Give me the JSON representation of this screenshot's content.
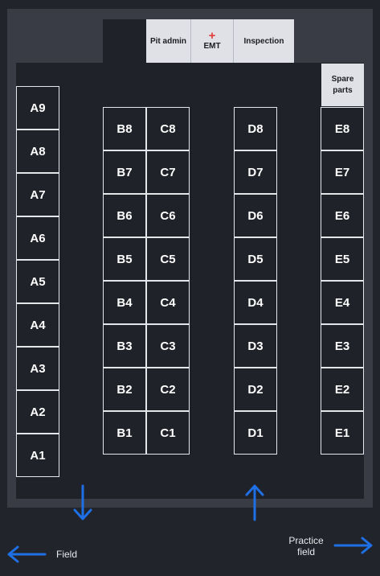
{
  "rooms": {
    "pit_admin": "Pit admin",
    "emt": "EMT",
    "inspection": "Inspection",
    "spare_parts": "Spare\nparts"
  },
  "pits": {
    "A": [
      "A1",
      "A2",
      "A3",
      "A4",
      "A5",
      "A6",
      "A7",
      "A8",
      "A9"
    ],
    "B": [
      "B1",
      "B2",
      "B3",
      "B4",
      "B5",
      "B6",
      "B7",
      "B8"
    ],
    "C": [
      "C1",
      "C2",
      "C3",
      "C4",
      "C5",
      "C6",
      "C7",
      "C8"
    ],
    "D": [
      "D1",
      "D2",
      "D3",
      "D4",
      "D5",
      "D6",
      "D7",
      "D8"
    ],
    "E": [
      "E1",
      "E2",
      "E3",
      "E4",
      "E5",
      "E6",
      "E7",
      "E8"
    ]
  },
  "directions": {
    "field": "Field",
    "practice_field": "Practice field"
  },
  "colors": {
    "background": "#21242b",
    "outer_wall": "#393c44",
    "pit_floor": "#202229",
    "room_fill": "#dfe1e6",
    "emt_cross": "#e23b3b",
    "arrow": "#1f6fe5"
  },
  "icons": {
    "emt": "medical-cross-icon",
    "to_field": "arrow-down-icon",
    "from_field": "arrow-up-icon",
    "field_direction": "arrow-left-icon",
    "practice_direction": "arrow-right-icon"
  }
}
